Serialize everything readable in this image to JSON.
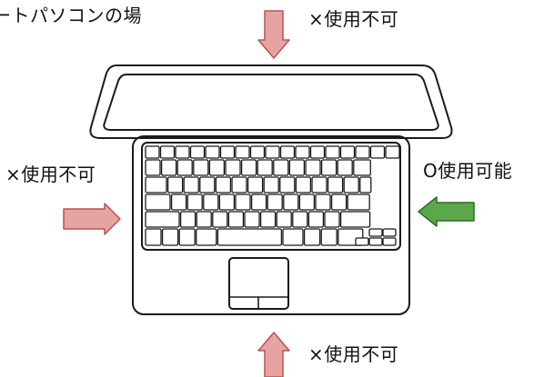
{
  "title": "ートパソコンの場",
  "labels": {
    "top": "×使用不可",
    "left": "×使用不可",
    "right": "O使用可能",
    "bottom": "×使用不可"
  },
  "arrows": [
    {
      "side": "top",
      "direction": "down",
      "allowed": false
    },
    {
      "side": "left",
      "direction": "right",
      "allowed": false
    },
    {
      "side": "right",
      "direction": "left",
      "allowed": true
    },
    {
      "side": "bottom",
      "direction": "up",
      "allowed": false
    }
  ],
  "colors": {
    "blocked_fill": "#e6a3a3",
    "blocked_stroke": "#b85450",
    "allowed_fill": "#5aa84a",
    "allowed_stroke": "#2d6a23",
    "outline": "#1a1a1a"
  },
  "icons": {
    "laptop": "laptop-icon",
    "keyboard": "keyboard-icon",
    "touchpad": "touchpad-icon"
  }
}
